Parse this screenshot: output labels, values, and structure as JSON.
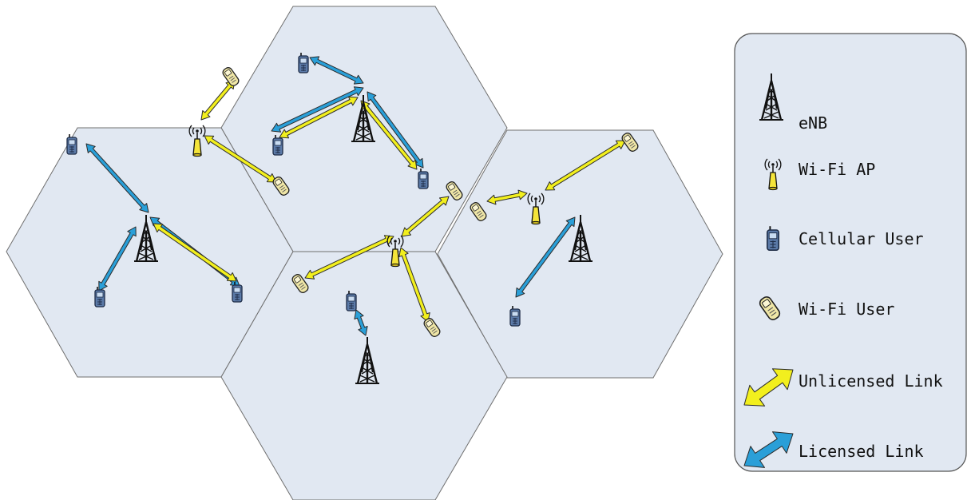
{
  "legend": {
    "items": [
      {
        "icon": "enb-tower-icon",
        "label": "eNB"
      },
      {
        "icon": "wifi-ap-icon",
        "label": "Wi-Fi AP"
      },
      {
        "icon": "cellular-user-icon",
        "label": "Cellular User"
      },
      {
        "icon": "wifi-user-icon",
        "label": "Wi-Fi User"
      },
      {
        "icon": "unlicensed-link-icon",
        "label": "Unlicensed Link"
      },
      {
        "icon": "licensed-link-icon",
        "label": "Licensed Link"
      }
    ]
  },
  "colors": {
    "cell_fill": "#e1e8f2",
    "cell_stroke": "#6f6f6f",
    "licensed_link": "#2a9fd8",
    "unlicensed_link": "#f2ef1e",
    "arrow_outline": "#2b2b2b",
    "ap_body": "#f4e43a",
    "wifi_user_body": "#efe6a6",
    "cell_user_body": "#5b7aa8"
  }
}
